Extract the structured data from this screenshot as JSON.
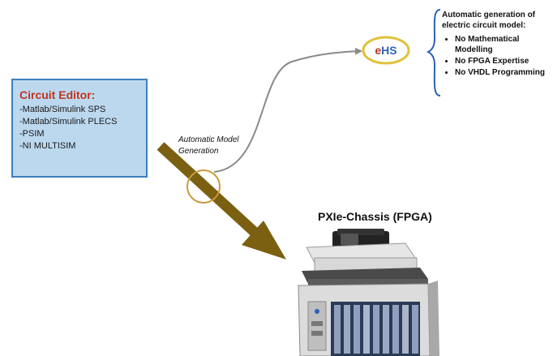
{
  "editor": {
    "title": "Circuit Editor:",
    "items": [
      "-Matlab/Simulink SPS",
      "-Matlab/Simulink PLECS",
      "-PSIM",
      "-NI MULTISIM"
    ]
  },
  "auto_model": {
    "line1": "Automatic Model",
    "line2": "Generation"
  },
  "ehs": {
    "prefix": "e",
    "rest": "HS"
  },
  "features": {
    "heading_line1": "Automatic generation of",
    "heading_line2": "electric circuit model:",
    "items": [
      "No Mathematical Modelling",
      "No FPGA Expertise",
      "No VHDL Programming"
    ]
  },
  "chassis": {
    "title": "PXIe-Chassis (FPGA)"
  },
  "colors": {
    "editor_fill": "#bcd8ef",
    "editor_border": "#3d7fbf",
    "editor_title": "#c0341d",
    "arrow": "#7a6010",
    "ring": "#c99a3a",
    "ehs_ring": "#e0c23a",
    "ehs_e": "#c0341d",
    "ehs_hs": "#2a63b8",
    "curve": "#8a8a8a",
    "brace": "#2a63b8"
  }
}
